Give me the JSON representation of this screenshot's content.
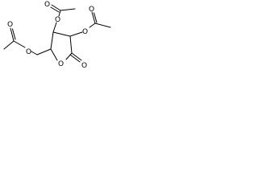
{
  "molecule": {
    "atoms": {
      "o_ring": "O",
      "o_carbonyl": "O",
      "o_ester_left": "O",
      "o_carbonyl_left": "O",
      "o_ester_top": "O",
      "o_carbonyl_top": "O",
      "o_ester_right": "O",
      "o_carbonyl_right": "O"
    }
  }
}
